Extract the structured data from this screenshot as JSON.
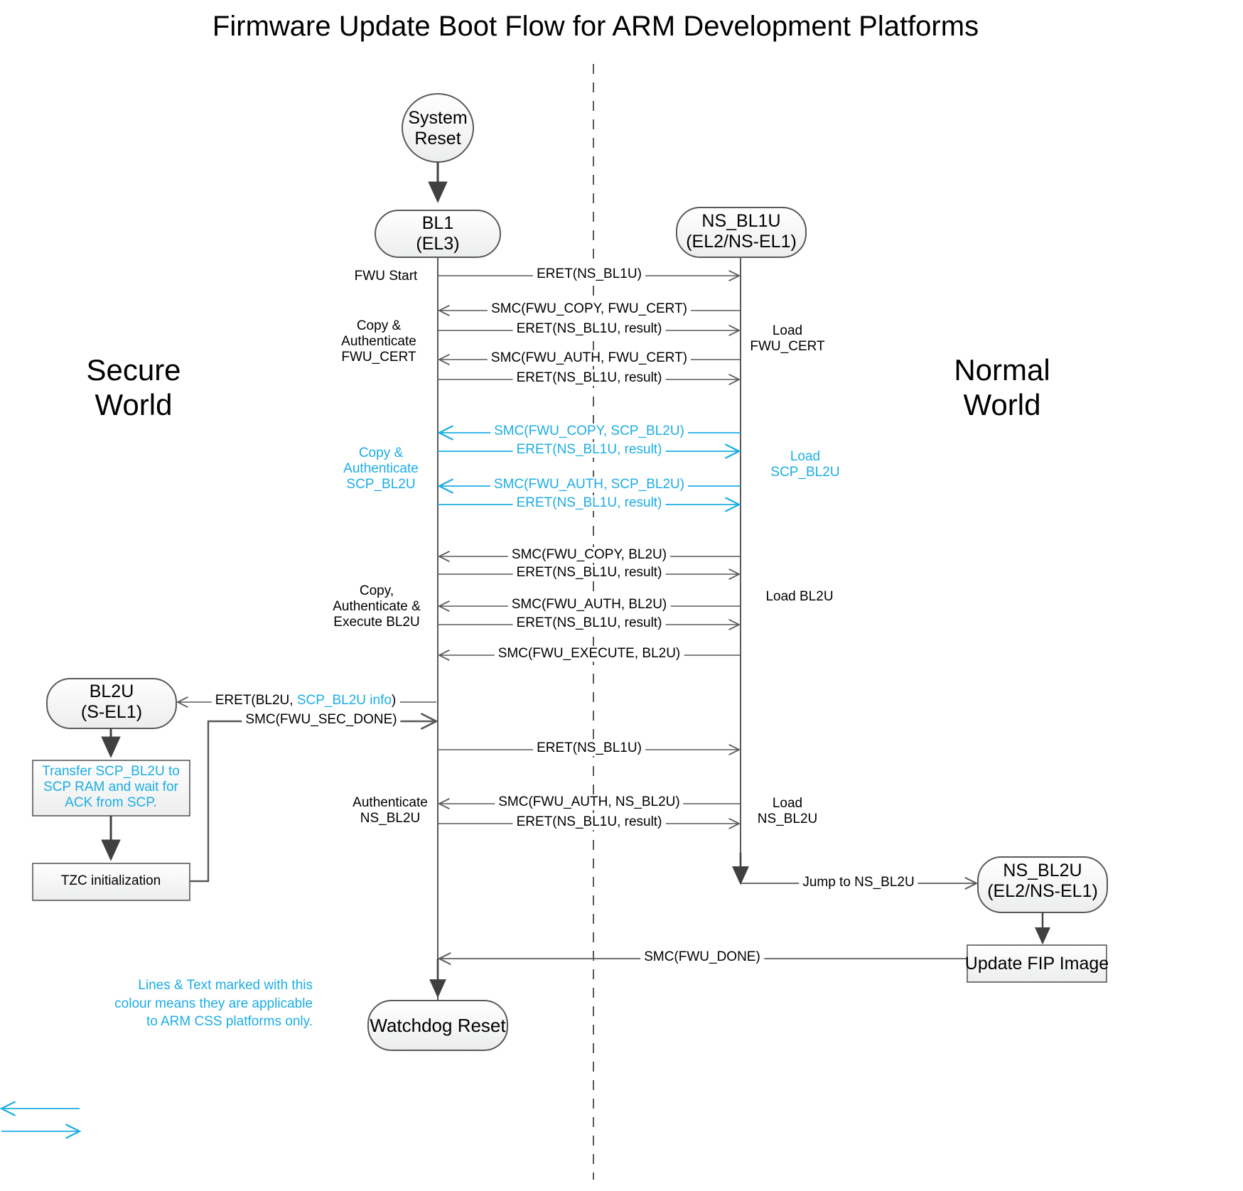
{
  "title": "Firmware Update Boot Flow for ARM Development Platforms",
  "worlds": {
    "secure": "Secure\nWorld",
    "normal": "Normal\nWorld"
  },
  "nodes": {
    "system_reset": "System\nReset",
    "bl1": "BL1\n(EL3)",
    "ns_bl1u": "NS_BL1U\n(EL2/NS-EL1)",
    "bl2u": "BL2U\n(S-EL1)",
    "ns_bl2u": "NS_BL2U\n(EL2/NS-EL1)",
    "transfer_scp": "Transfer SCP_BL2U to\nSCP RAM and wait for\nACK from SCP.",
    "tzc_init": "TZC initialization",
    "update_fip": "Update FIP Image",
    "watchdog_reset": "Watchdog Reset"
  },
  "messages": [
    {
      "id": "m1",
      "label": "ERET(NS_BL1U)",
      "dir": "right",
      "color": "black"
    },
    {
      "id": "m2",
      "label": "SMC(FWU_COPY, FWU_CERT)",
      "dir": "left",
      "color": "black"
    },
    {
      "id": "m3",
      "label": "ERET(NS_BL1U, result)",
      "dir": "right",
      "color": "black"
    },
    {
      "id": "m4",
      "label": "SMC(FWU_AUTH, FWU_CERT)",
      "dir": "left",
      "color": "black"
    },
    {
      "id": "m5",
      "label": "ERET(NS_BL1U, result)",
      "dir": "right",
      "color": "black"
    },
    {
      "id": "m6",
      "label": "SMC(FWU_COPY, SCP_BL2U)",
      "dir": "left",
      "color": "cyan"
    },
    {
      "id": "m7",
      "label": "ERET(NS_BL1U, result)",
      "dir": "right",
      "color": "cyan"
    },
    {
      "id": "m8",
      "label": "SMC(FWU_AUTH, SCP_BL2U)",
      "dir": "left",
      "color": "cyan"
    },
    {
      "id": "m9",
      "label": "ERET(NS_BL1U, result)",
      "dir": "right",
      "color": "cyan"
    },
    {
      "id": "m10",
      "label": "SMC(FWU_COPY, BL2U)",
      "dir": "left",
      "color": "black"
    },
    {
      "id": "m11",
      "label": "ERET(NS_BL1U, result)",
      "dir": "right",
      "color": "black"
    },
    {
      "id": "m12",
      "label": "SMC(FWU_AUTH, BL2U)",
      "dir": "left",
      "color": "black"
    },
    {
      "id": "m13",
      "label": "ERET(NS_BL1U, result)",
      "dir": "right",
      "color": "black"
    },
    {
      "id": "m14",
      "label": "SMC(FWU_EXECUTE, BL2U)",
      "dir": "left",
      "color": "black"
    },
    {
      "id": "m15",
      "label": "ERET(NS_BL1U)",
      "dir": "right",
      "color": "black"
    },
    {
      "id": "m16",
      "label": "SMC(FWU_AUTH, NS_BL2U)",
      "dir": "left",
      "color": "black"
    },
    {
      "id": "m17",
      "label": "ERET(NS_BL1U, result)",
      "dir": "right",
      "color": "black"
    },
    {
      "id": "m18",
      "label": "Jump to NS_BL2U",
      "dir": "right",
      "color": "black"
    },
    {
      "id": "m19",
      "label": "SMC(FWU_DONE)",
      "dir": "left",
      "color": "black"
    }
  ],
  "bl2u_messages": {
    "eret_bl2u_prefix": "ERET(BL2U, ",
    "eret_bl2u_cyan": "SCP_BL2U info",
    "eret_bl2u_suffix": ")",
    "smc_fwu_sec_done": "SMC(FWU_SEC_DONE)"
  },
  "left_annotations": [
    {
      "id": "a1",
      "text": "FWU Start",
      "color": "black"
    },
    {
      "id": "a2",
      "text": "Copy &\nAuthenticate\nFWU_CERT",
      "color": "black"
    },
    {
      "id": "a3",
      "text": "Copy &\nAuthenticate\nSCP_BL2U",
      "color": "cyan"
    },
    {
      "id": "a4",
      "text": "Copy,\nAuthenticate &\nExecute BL2U",
      "color": "black"
    },
    {
      "id": "a5",
      "text": "Authenticate\nNS_BL2U",
      "color": "black"
    }
  ],
  "right_annotations": [
    {
      "id": "r1",
      "text": "Load\nFWU_CERT",
      "color": "black"
    },
    {
      "id": "r2",
      "text": "Load\nSCP_BL2U",
      "color": "cyan"
    },
    {
      "id": "r3",
      "text": "Load BL2U",
      "color": "black"
    },
    {
      "id": "r4",
      "text": "Load\nNS_BL2U",
      "color": "black"
    }
  ],
  "legend": {
    "text": "Lines & Text marked with this\ncolour means they are applicable\nto ARM CSS platforms only."
  },
  "colors": {
    "cyan": "#1CADE4",
    "line": "#595959",
    "dark": "#404040",
    "node_fill": "#f2f2f2"
  }
}
